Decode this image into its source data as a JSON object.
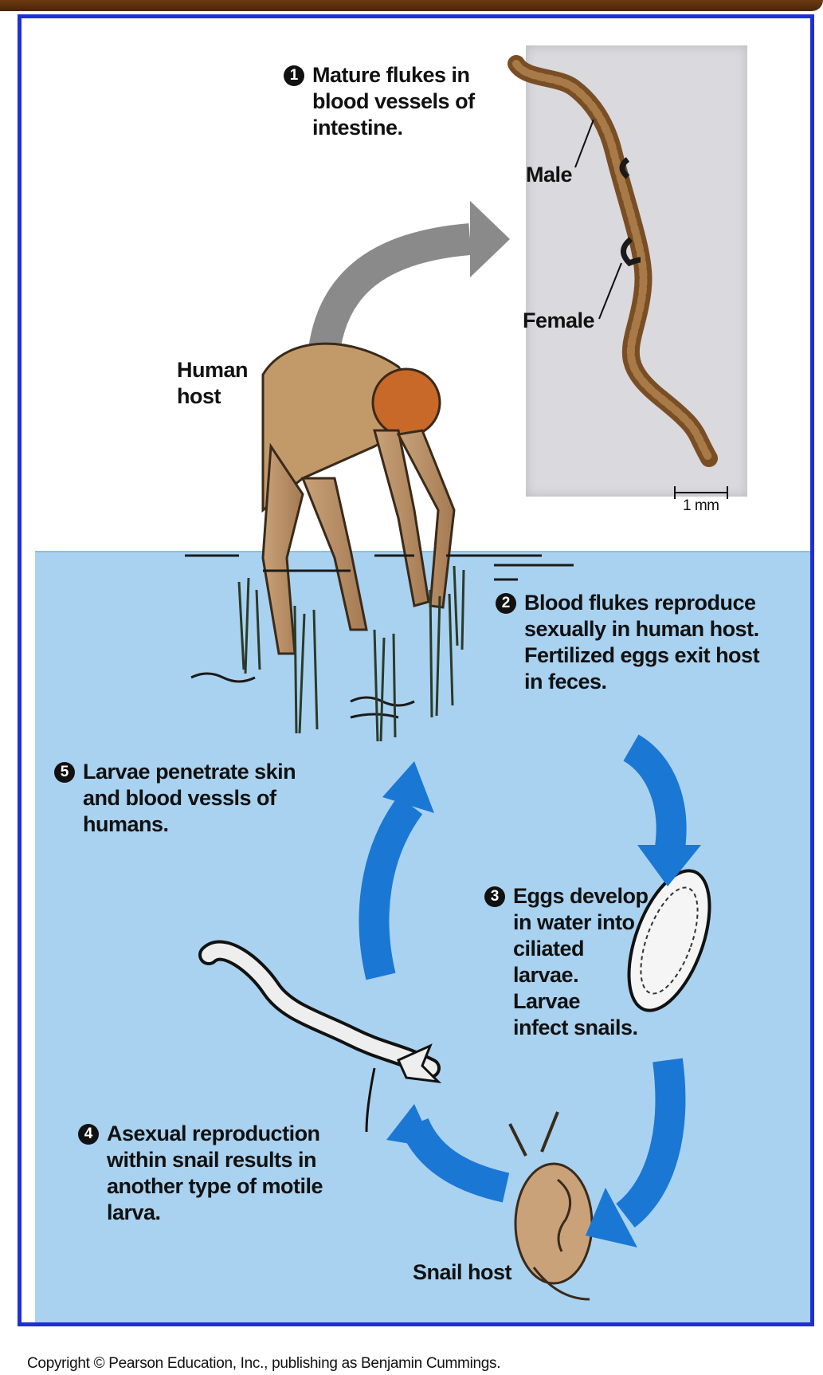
{
  "steps": [
    {
      "number": "1",
      "text": "Mature flukes in\nblood vessels of\nintestine."
    },
    {
      "number": "2",
      "text": "Blood flukes reproduce\nsexually in human host.\nFertilized eggs exit host\nin feces."
    },
    {
      "number": "3",
      "text": "Eggs develop\nin water into\nciliated\nlarvae.\nLarvae\ninfect snails."
    },
    {
      "number": "4",
      "text": "Asexual reproduction\nwithin snail results in\nanother type of motile\nlarva."
    },
    {
      "number": "5",
      "text": "Larvae penetrate skin\nand blood vessls of\nhumans."
    }
  ],
  "labels": {
    "male": "Male",
    "female": "Female",
    "human_host": "Human\nhost",
    "snail_host": "Snail host",
    "scale_bar": "1 mm"
  },
  "copyright": "Copyright © Pearson Education, Inc., publishing as Benjamin Cummings.",
  "colors": {
    "frame": "#1e2fd6",
    "water": "#a9d2f0",
    "cycle_arrow": "#1a78d4",
    "gray_arrow": "#8a8a8a",
    "top_bar": "#5a2e0c"
  }
}
